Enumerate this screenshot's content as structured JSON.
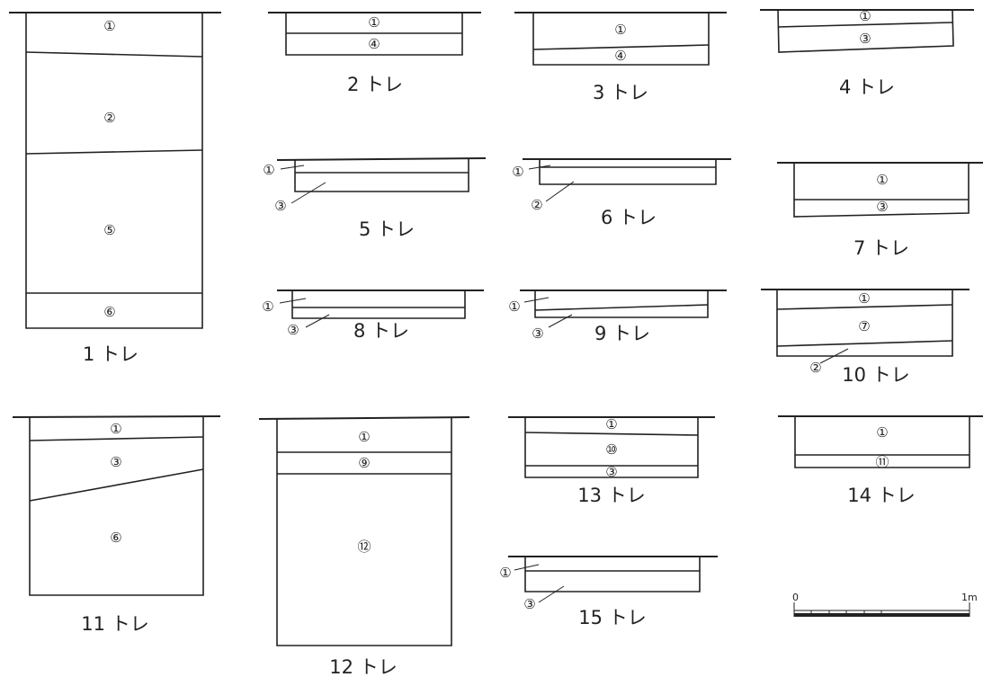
{
  "trenches": [
    {
      "caption": "1 トレ",
      "layers": [
        "①",
        "②",
        "⑤",
        "⑥"
      ]
    },
    {
      "caption": "2 トレ",
      "layers": [
        "①",
        "④"
      ]
    },
    {
      "caption": "3 トレ",
      "layers": [
        "①",
        "④"
      ]
    },
    {
      "caption": "4 トレ",
      "layers": [
        "①",
        "③"
      ]
    },
    {
      "caption": "5 トレ",
      "layers": [
        "①",
        "③"
      ]
    },
    {
      "caption": "6 トレ",
      "layers": [
        "①",
        "②"
      ]
    },
    {
      "caption": "7 トレ",
      "layers": [
        "①",
        "③"
      ]
    },
    {
      "caption": "8 トレ",
      "layers": [
        "①",
        "③"
      ]
    },
    {
      "caption": "9 トレ",
      "layers": [
        "①",
        "③"
      ]
    },
    {
      "caption": "10 トレ",
      "layers": [
        "①",
        "⑦",
        "②"
      ]
    },
    {
      "caption": "11 トレ",
      "layers": [
        "①",
        "③",
        "⑥"
      ]
    },
    {
      "caption": "12 トレ",
      "layers": [
        "①",
        "⑨",
        "⑫"
      ]
    },
    {
      "caption": "13 トレ",
      "layers": [
        "①",
        "⑩",
        "③"
      ]
    },
    {
      "caption": "14 トレ",
      "layers": [
        "①",
        "⑪"
      ]
    },
    {
      "caption": "15 トレ",
      "layers": [
        "①",
        "③"
      ]
    }
  ],
  "scale": {
    "start_label": "0",
    "end_label": "1m"
  }
}
